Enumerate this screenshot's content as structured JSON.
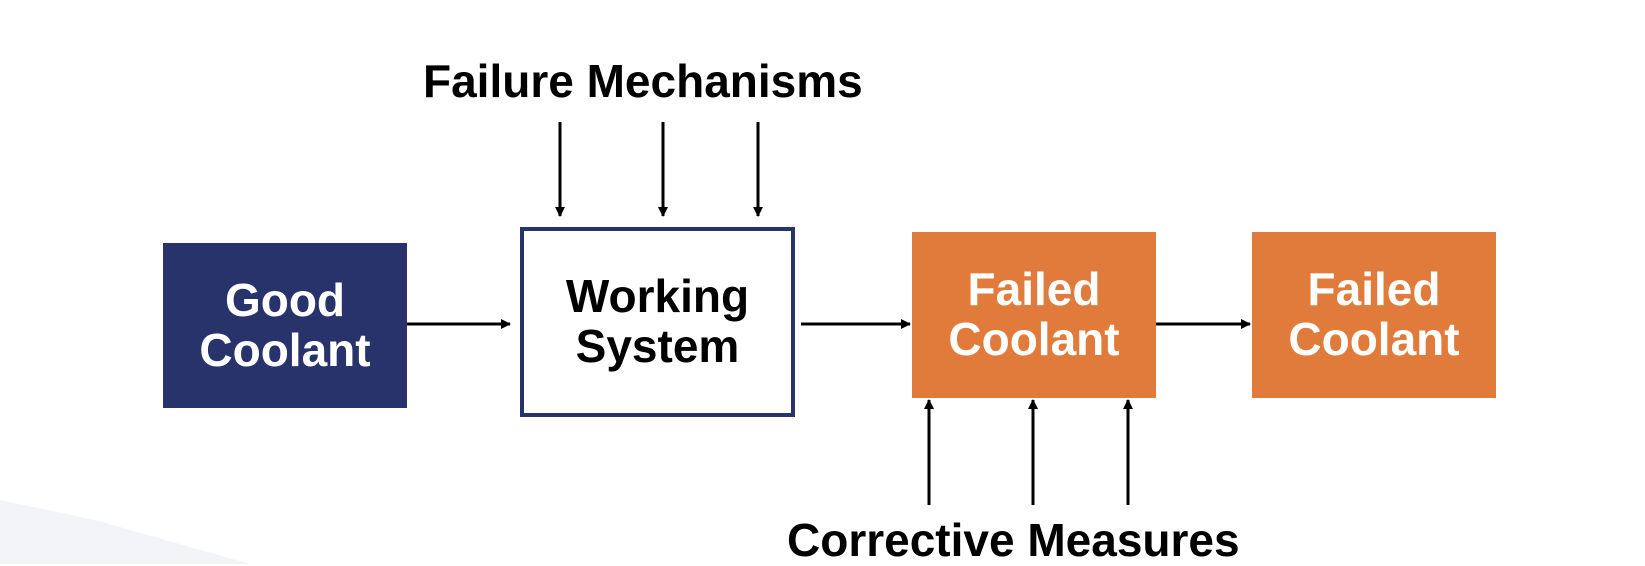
{
  "colors": {
    "navy": "#27336a",
    "orange": "#e07b3c",
    "white": "#ffffff",
    "text": "#000000",
    "arrow": "#000000",
    "background_wedge": "#f3f4f7"
  },
  "labels": {
    "failure_mechanisms": "Failure Mechanisms",
    "corrective_measures": "Corrective Measures"
  },
  "nodes": {
    "good_coolant": {
      "line1": "Good",
      "line2": "Coolant"
    },
    "working_system": {
      "line1": "Working",
      "line2": "System"
    },
    "failed_coolant_1": {
      "line1": "Failed",
      "line2": "Coolant"
    },
    "failed_coolant_2": {
      "line1": "Failed",
      "line2": "Coolant"
    }
  }
}
